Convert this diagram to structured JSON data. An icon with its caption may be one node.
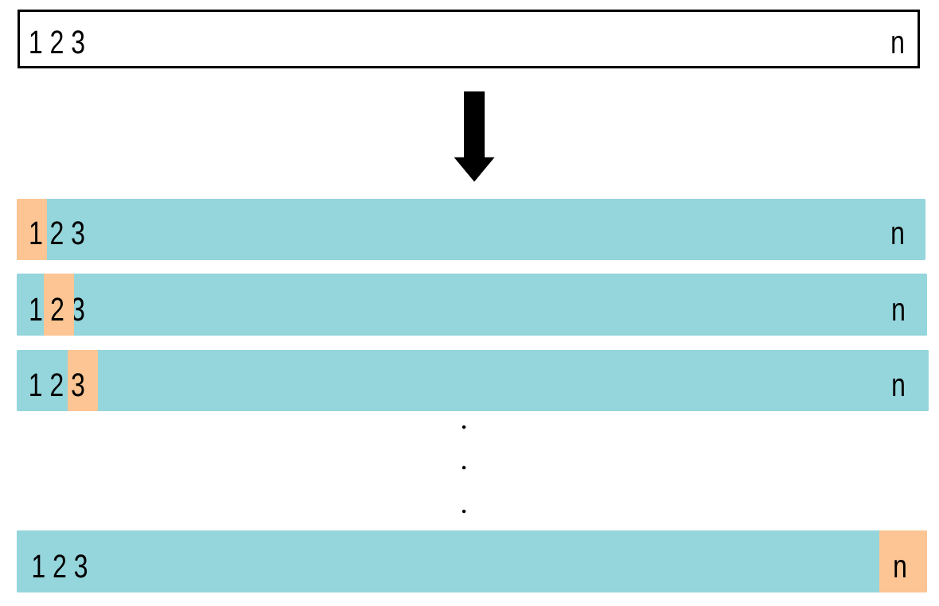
{
  "diagram": {
    "nodes": [
      {
        "text": [
          "1 2 3",
          "n"
        ]
      },
      {
        "text": [
          "2 3",
          "n"
        ]
      },
      {
        "text": [
          "1"
        ],
        "in": 1
      },
      {
        "text": [
          "1",
          "3",
          "n"
        ]
      },
      {
        "text": [
          "2"
        ],
        "in": 3
      },
      {
        "text": [
          "1 2",
          "n"
        ]
      },
      {
        "text": [
          "3"
        ],
        "in": 5
      },
      {
        "text": [
          "1 2 3"
        ]
      },
      {
        "text": [
          "n"
        ],
        "in": 7
      }
    ],
    "edges": [
      {
        "from": 0,
        "to": 1,
        "arrow": "to"
      }
    ]
  }
}
